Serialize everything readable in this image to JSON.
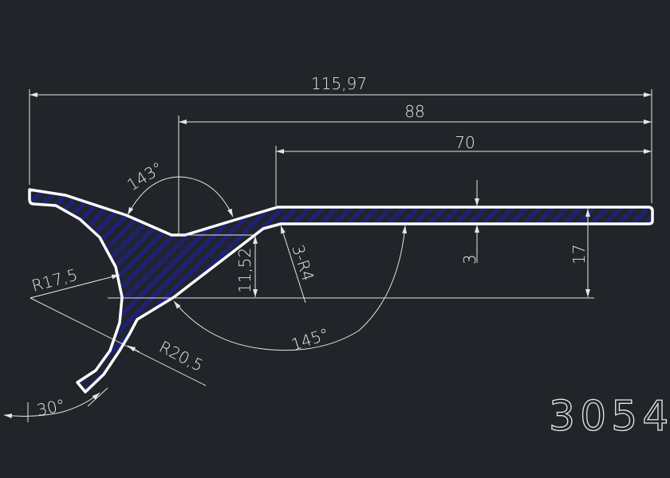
{
  "drawing": {
    "part_number": "3054",
    "colors": {
      "background": "#212429",
      "outline": "#ffffff",
      "hatch": "#1e2170",
      "dimension": "#e6e6e6"
    },
    "dimensions": {
      "overall_length": "115,97",
      "length_88": "88",
      "length_70": "70",
      "angle_top": "143°",
      "angle_bottom": "145°",
      "angle_tip": "30°",
      "radius_inner": "R17,5",
      "radius_outer": "R20,5",
      "height_vertex": "11,52",
      "fillets": "3-R4",
      "thickness": "3",
      "height_total": "17"
    }
  }
}
